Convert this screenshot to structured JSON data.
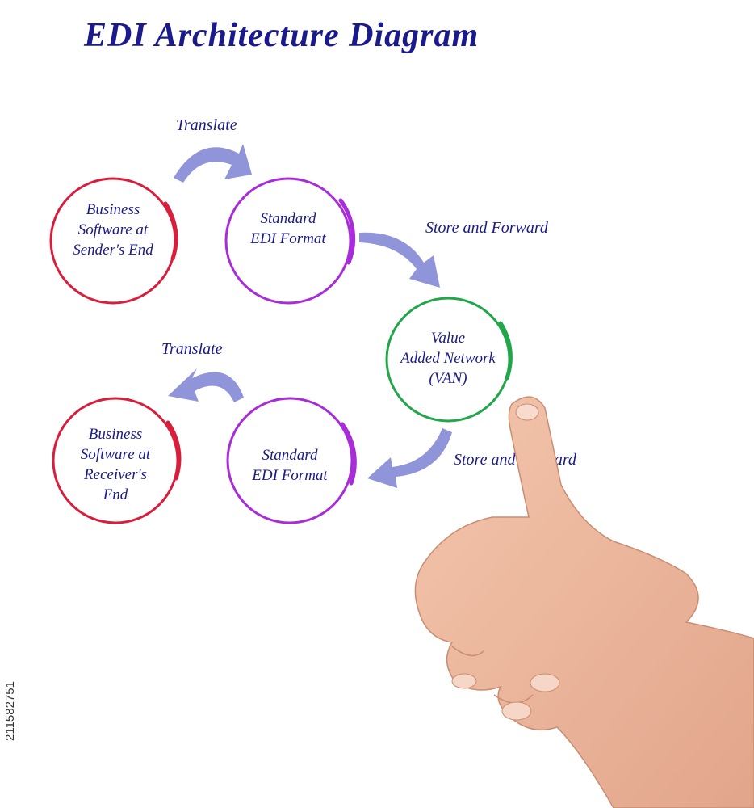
{
  "title": "EDI Architecture Diagram",
  "nodes": [
    {
      "id": "sender",
      "lines": [
        "Business",
        "Software at",
        "Sender's End"
      ],
      "color": "#d81e3c"
    },
    {
      "id": "edi-top",
      "lines": [
        "Standard",
        "EDI Format"
      ],
      "color": "#a82cd8"
    },
    {
      "id": "van",
      "lines": [
        "Value",
        "Added Network",
        "(VAN)"
      ],
      "color": "#22a64a"
    },
    {
      "id": "edi-bottom",
      "lines": [
        "Standard",
        "EDI Format"
      ],
      "color": "#a82cd8"
    },
    {
      "id": "receiver",
      "lines": [
        "Business",
        "Software at",
        "Receiver's",
        "End"
      ],
      "color": "#d81e3c"
    }
  ],
  "edges": [
    {
      "from": "sender",
      "to": "edi-top",
      "label": "Translate"
    },
    {
      "from": "edi-top",
      "to": "van",
      "label": "Store and Forward"
    },
    {
      "from": "van",
      "to": "edi-bottom",
      "label": "Store and Forward"
    },
    {
      "from": "edi-bottom",
      "to": "receiver",
      "label": "Translate"
    }
  ],
  "watermark_id": "211582751",
  "colors": {
    "text": "#1a1a8c",
    "arrow": "#8f95d8"
  }
}
